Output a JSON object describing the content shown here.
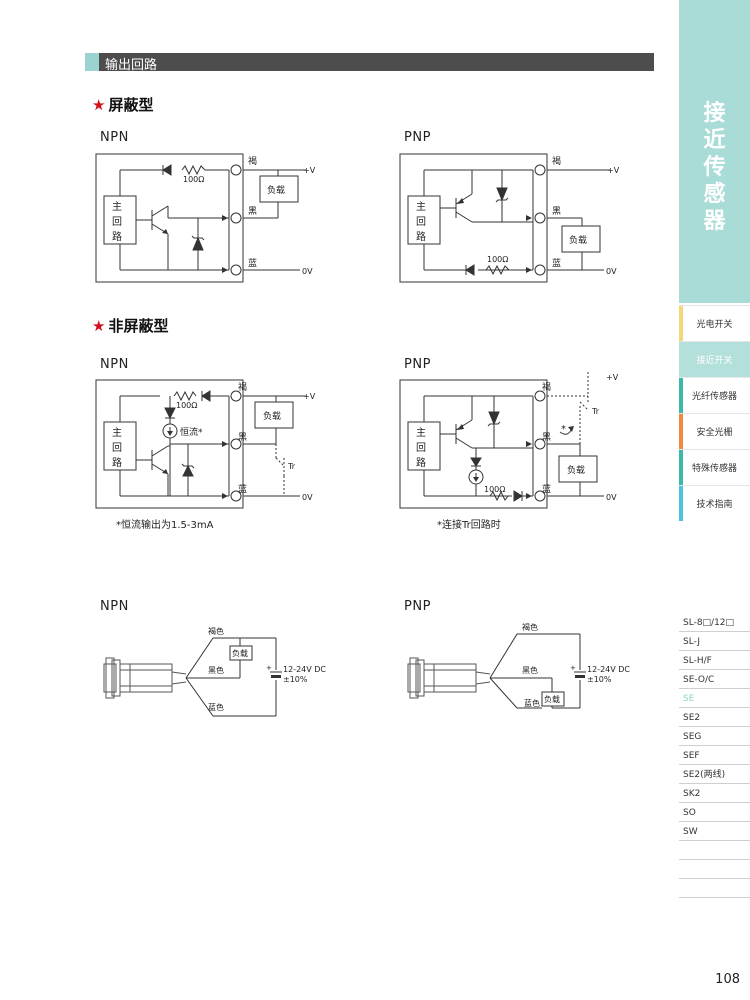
{
  "section": {
    "title": "输出回路"
  },
  "shielded": {
    "title": "屏蔽型"
  },
  "unshielded": {
    "title": "非屏蔽型"
  },
  "labels": {
    "npn": "NPN",
    "pnp": "PNP",
    "main_circuit": [
      "主",
      "回",
      "路"
    ],
    "brown": "褐",
    "black": "黑",
    "blue": "蓝",
    "plus_v": "+V",
    "zero_v": "0V",
    "load": "负载",
    "resistor": "100Ω",
    "constant_current": "恒流*",
    "tr": "Tr",
    "asterisk": "*"
  },
  "notes": {
    "constant_current": "*恒流输出为1.5-3mA",
    "tr_connection": "*连接Tr回路时"
  },
  "wiring": {
    "brown_color": "褐色",
    "black_color": "黑色",
    "blue_color": "蓝色",
    "load": "负载",
    "supply": "12-24V DC",
    "tolerance": "±10%",
    "npn": "NPN",
    "pnp": "PNP"
  },
  "sidebar": {
    "title": [
      "接",
      "近",
      "传",
      "感",
      "器"
    ],
    "nav": [
      {
        "label": "光电开关",
        "color": "#f5d77a"
      },
      {
        "label": "接近开关",
        "color": "#b3e0da"
      },
      {
        "label": "光纤传感器",
        "color": "#3bb8a8"
      },
      {
        "label": "安全光栅",
        "color": "#f08a3c"
      },
      {
        "label": "特殊传感器",
        "color": "#3bb8a8"
      },
      {
        "label": "技术指南",
        "color": "#4cc3e0"
      }
    ],
    "products": [
      "SL-8□/12□",
      "SL-J",
      "SL-H/F",
      "SE-O/C",
      "SE",
      "SE2",
      "SEG",
      "SEF",
      "SE2(两线)",
      "SK2",
      "SO",
      "SW",
      "",
      "",
      ""
    ]
  },
  "page_number": "108"
}
